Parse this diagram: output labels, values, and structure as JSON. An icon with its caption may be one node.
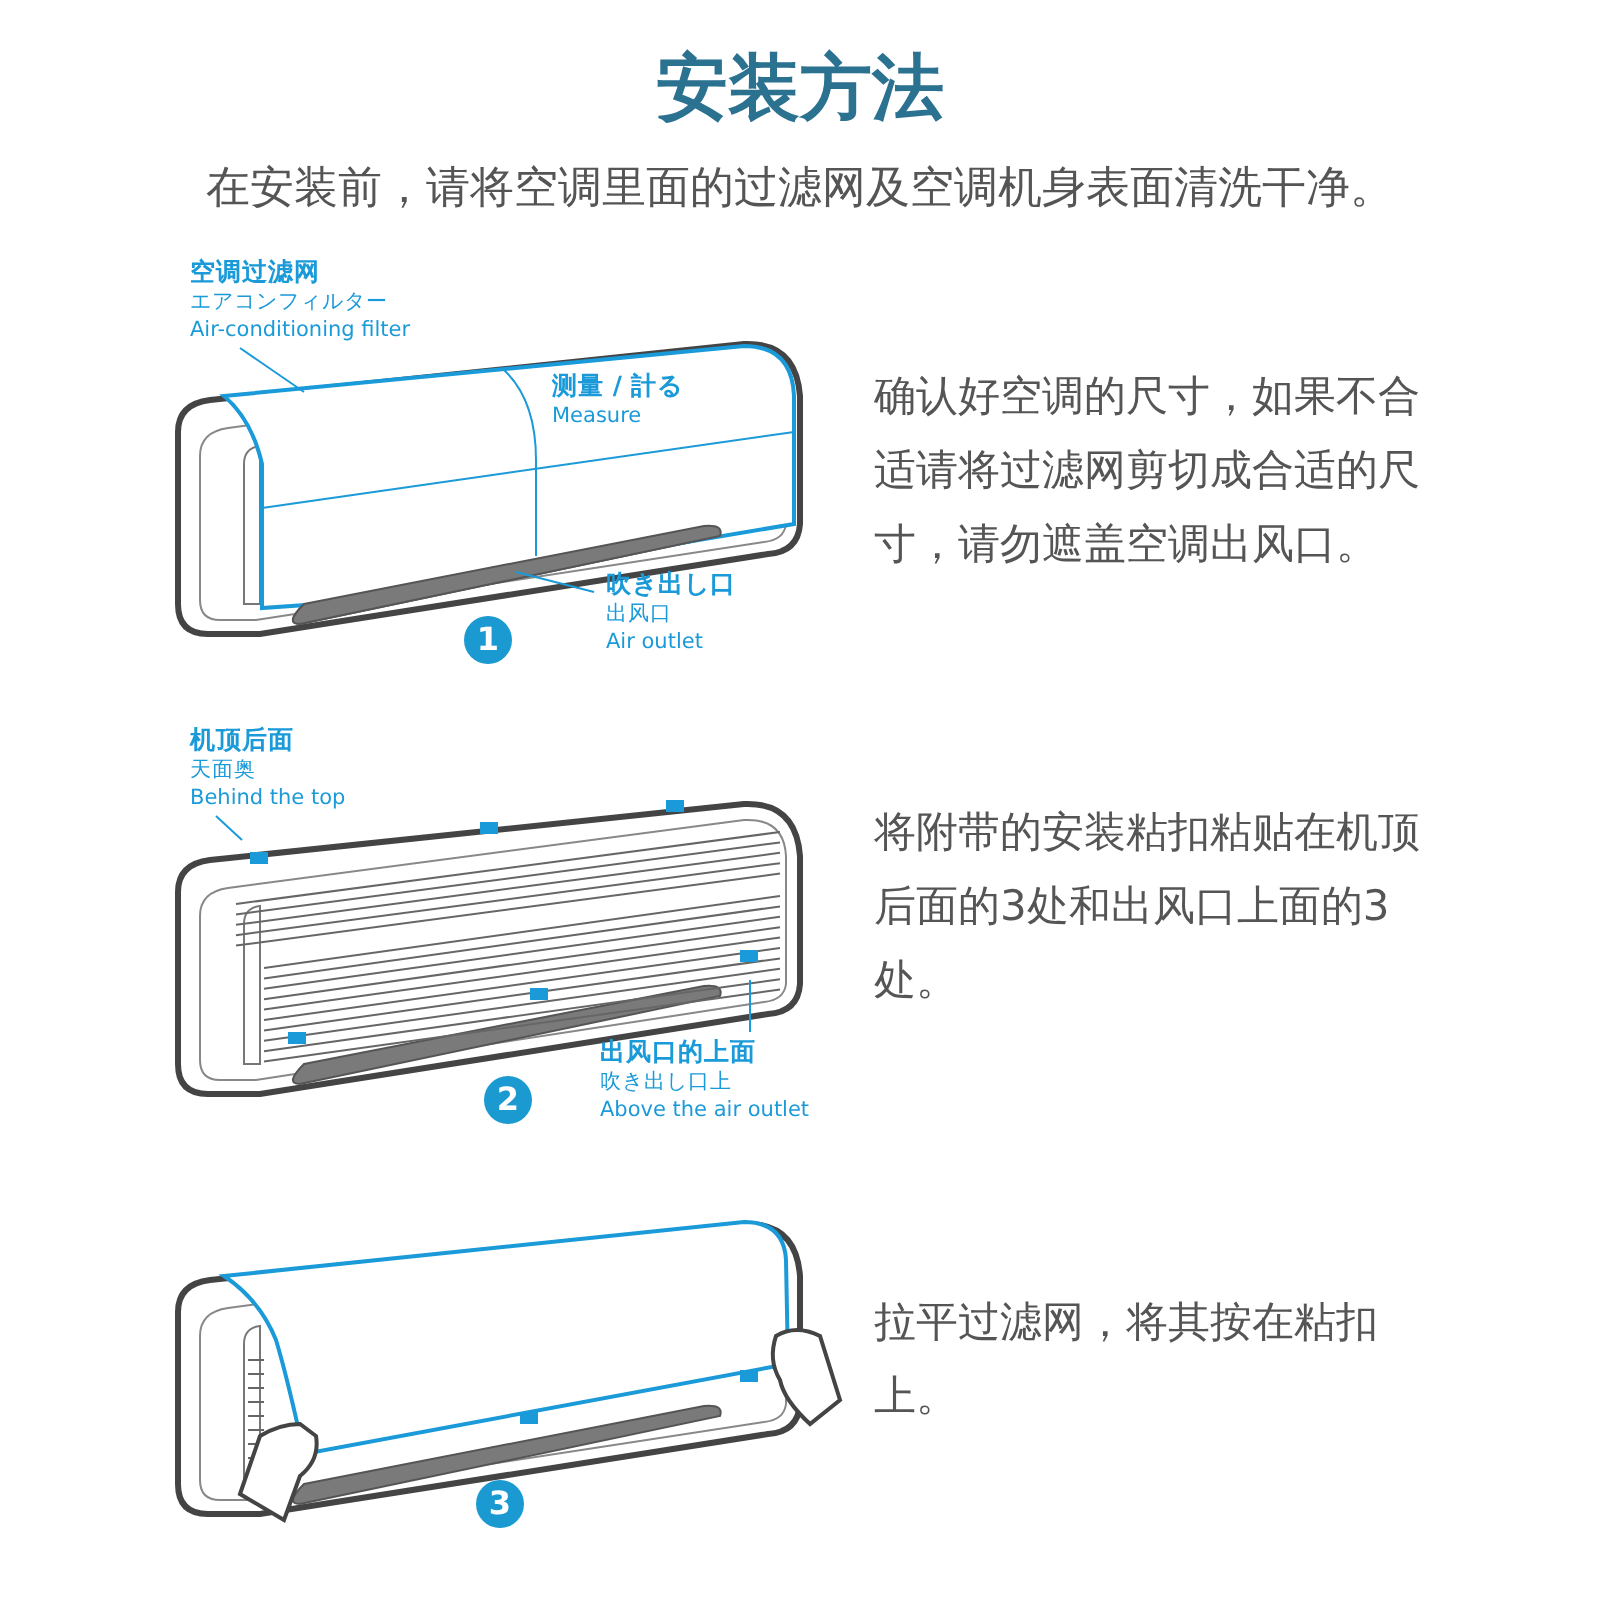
{
  "diagram": {
    "title": "安装方法",
    "nodes": [
      {
        "text": [
          "空调过滤网",
          "エアコンフィルター",
          "Air-conditioning filter"
        ]
      },
      {
        "text": [
          "吹き出し口",
          "出风口",
          "Air outlet"
        ]
      },
      {
        "text": [
          "机顶后面",
          "天面奥",
          "Behind the top"
        ]
      },
      {
        "text": [
          "出风口的上面",
          "吹き出し口上",
          "Above the air outlet"
        ]
      }
    ],
    "edges": [
      {
        "from": 0,
        "to": null,
        "arrow": "none"
      },
      {
        "from": 1,
        "to": null,
        "arrow": "none"
      },
      {
        "from": 2,
        "to": null,
        "arrow": "none"
      },
      {
        "from": 3,
        "to": null,
        "arrow": "none"
      }
    ],
    "labels": [
      "在安装前，请将空调里面的过滤网及空调机身表面清洗干净。",
      "测量 / 計る",
      "Measure",
      "确认好空调的尺寸，如果不合适请将过滤网剪切成合适的尺寸，请勿遮盖空调出风口。",
      "1",
      "将附带的安装粘扣粘贴在机顶后面的3处和出风口上面的3处。",
      "2",
      "拉平过滤网，将其按在粘扣上。",
      "3"
    ]
  }
}
